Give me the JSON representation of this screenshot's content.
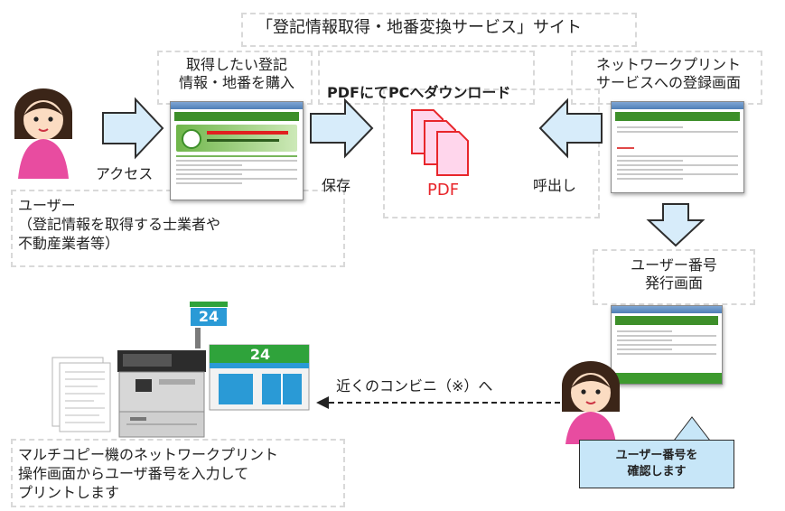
{
  "title": "「登記情報取得・地番変換サービス」サイト",
  "labels": {
    "purchase": [
      "取得したい登記",
      "情報・地番を購入"
    ],
    "pdf_download": "PDFにてPCへダウンロード",
    "nw_registration": [
      "ネットワークプリント",
      "サービスへの登録画面"
    ],
    "access": "アクセス",
    "save": "保存",
    "pdf": "PDF",
    "call": "呼出し",
    "user_desc": [
      "ユーザー",
      "（登記情報を取得する士業者や",
      "不動産業者等）"
    ],
    "user_number_screen": [
      "ユーザー番号",
      "発行画面"
    ],
    "nearby": "近くのコンビニ（※）へ",
    "mfp_desc": [
      "マルチコピー機のネットワークプリント",
      "操作画面からユーザ番号を入力して",
      "プリントします"
    ],
    "callout": [
      "ユーザー番号を",
      "確認します"
    ],
    "store_sign": "24"
  },
  "colors": {
    "arrow_fill": "#d7ecfa",
    "arrow_stroke": "#2e2e2e",
    "pdf_red": "#e8262b",
    "pdf_pink": "#ffd6ec",
    "callout_bg": "#c7e6f8",
    "dashed_border": "#d9d9d9",
    "green": "#2fa33b",
    "store_blue": "#2a9ad6"
  }
}
